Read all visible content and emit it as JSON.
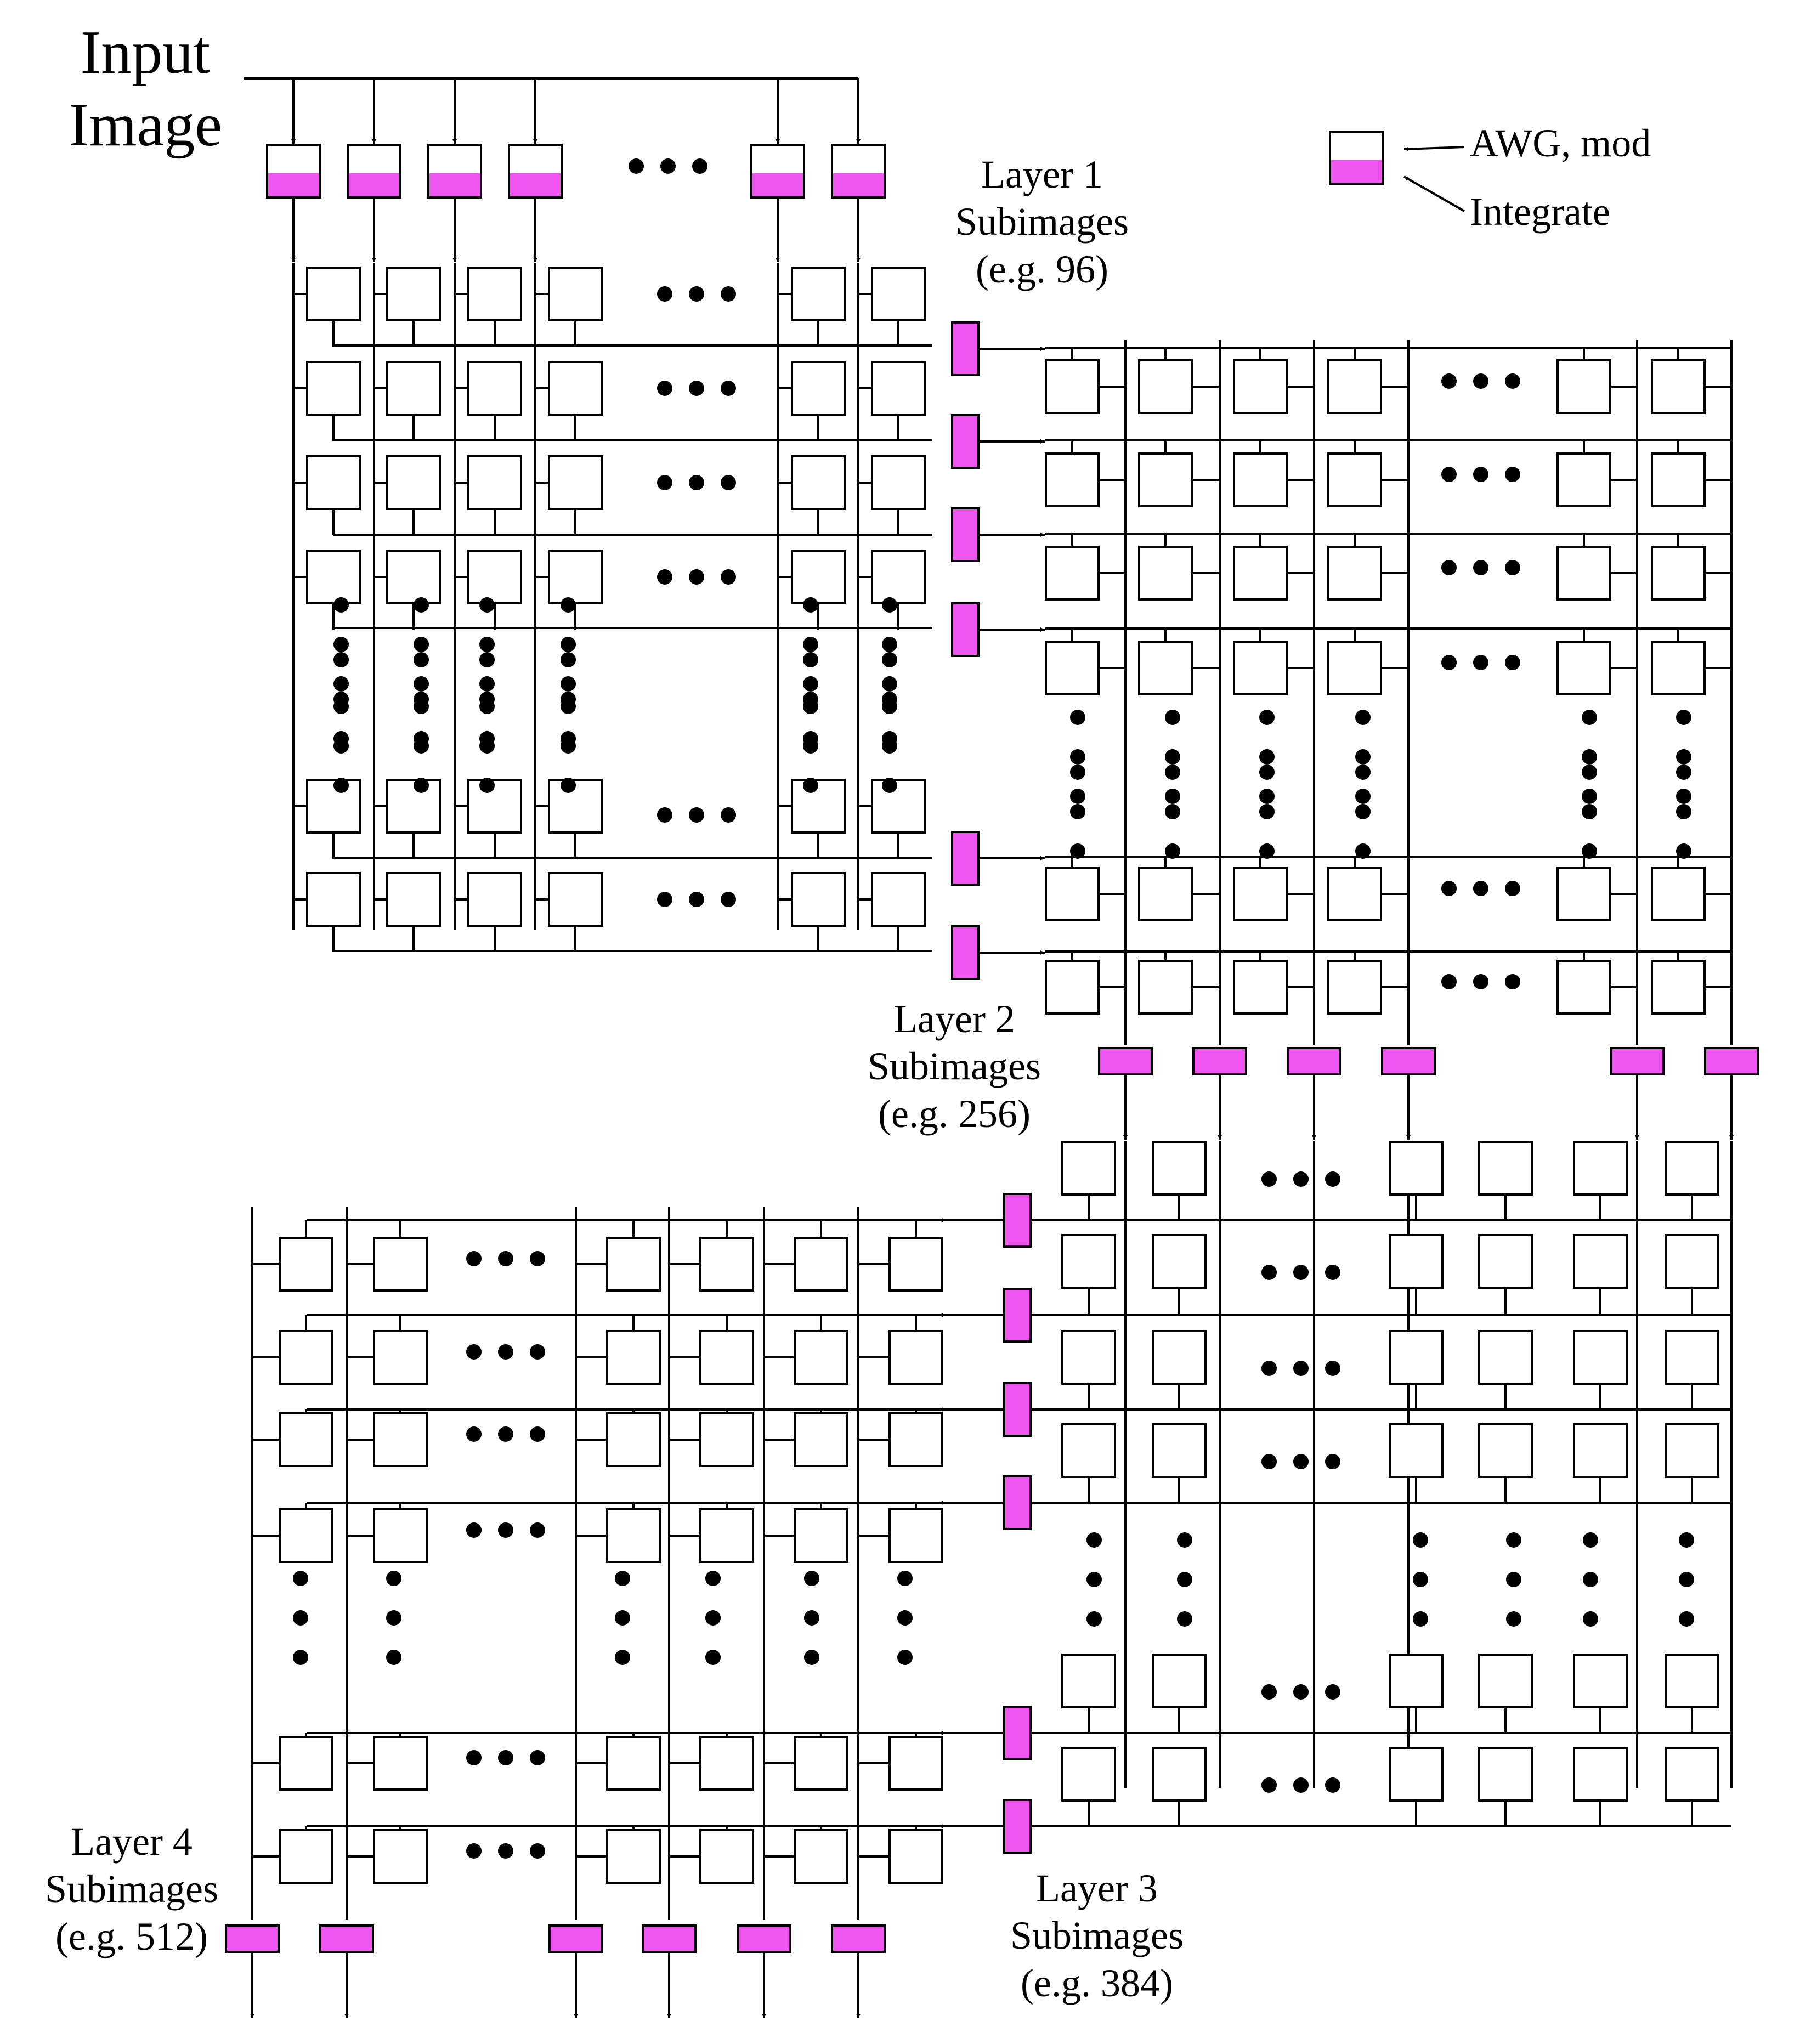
{
  "title": {
    "line1": "Input",
    "line2": "Image"
  },
  "legend": {
    "awg_mod": "AWG, mod",
    "integrate": "Integrate"
  },
  "layers": [
    {
      "name": "Layer 1",
      "word": "Subimages",
      "example": "(e.g. 96)"
    },
    {
      "name": "Layer 2",
      "word": "Subimages",
      "example": "(e.g. 256)"
    },
    {
      "name": "Layer 3",
      "word": "Subimages",
      "example": "(e.g. 384)"
    },
    {
      "name": "Layer 4",
      "word": "Subimages",
      "example": "(e.g. 512)"
    }
  ],
  "colors": {
    "integrate_fill": "#ee55ee",
    "stroke": "#000000",
    "background": "#ffffff"
  }
}
